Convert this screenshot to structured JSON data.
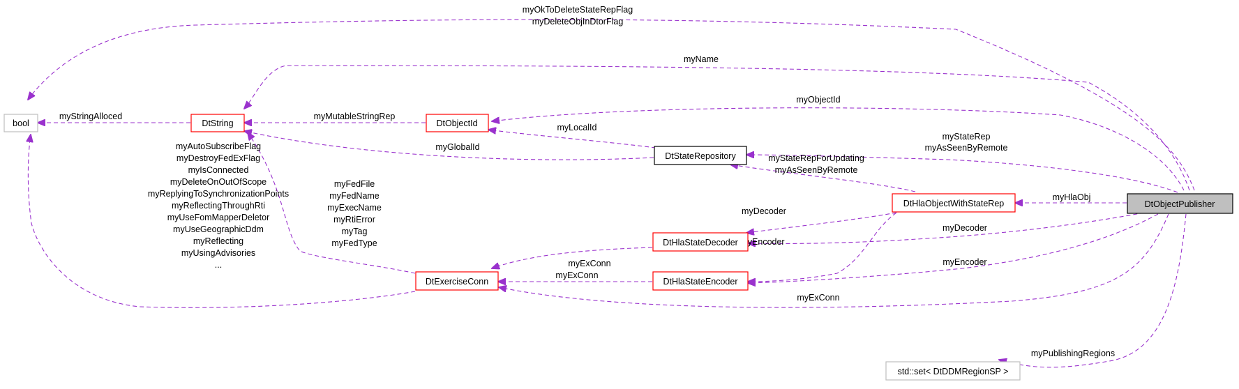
{
  "diagram": {
    "nodes": {
      "bool": "bool",
      "dtstring": "DtString",
      "dtobjectid": "DtObjectId",
      "dtstaterepository": "DtStateRepository",
      "dthlaobjectwithstaterep": "DtHlaObjectWithStateRep",
      "dtobjectpublisher": "DtObjectPublisher",
      "dthlastatedecoder": "DtHlaStateDecoder",
      "dthlastateencoder": "DtHlaStateEncoder",
      "dtexerciseconn": "DtExerciseConn",
      "stdset": "std::set< DtDDMRegionSP >"
    },
    "edge_labels": {
      "publisher_bool": [
        "myOkToDeleteStateRepFlag",
        "myDeleteObjInDtorFlag"
      ],
      "publisher_dtstring": [
        "myName"
      ],
      "publisher_dtobjectid": [
        "myObjectId"
      ],
      "publisher_staterep": [
        "myStateRep",
        "myAsSeenByRemote"
      ],
      "hlaobj_staterep": [
        "myStateRepForUpdating",
        "myAsSeenByRemote"
      ],
      "publisher_hlaobj": [
        "myHlaObj"
      ],
      "hlaobj_decoder": [
        "myDecoder"
      ],
      "publisher_decoder": [
        "myDecoder"
      ],
      "hlaobj_encoder": [
        "myEncoder"
      ],
      "publisher_encoder": [
        "myEncoder"
      ],
      "publisher_exconn": [
        "myExConn"
      ],
      "publisher_set": [
        "myPublishingRegions"
      ],
      "dtstring_bool": [
        "myStringAlloced"
      ],
      "objectid_dtstring": [
        "myMutableStringRep"
      ],
      "staterep_objectid": [
        "myLocalId"
      ],
      "staterep_dtstring": [
        "myGlobalId"
      ],
      "decoder_exconn": [
        "myExConn"
      ],
      "encoder_exconn": [
        "myExConn"
      ],
      "exconn_dtstring": [
        "myFedFile",
        "myFedName",
        "myExecName",
        "myRtiError",
        "myTag",
        "myFedType"
      ],
      "exconn_bool": [
        "myAutoSubscribeFlag",
        "myDestroyFedExFlag",
        "myIsConnected",
        "myDeleteOnOutOfScope",
        "myReplyingToSynchronizationPoints",
        "myReflectingThroughRti",
        "myUseFomMapperDeletor",
        "myUseGeographicDdm",
        "myReflecting",
        "myUsingAdvisories",
        "..."
      ]
    },
    "colors": {
      "edge": "#9a32cd",
      "box_red": "#ff0000",
      "box_black": "#000000",
      "box_gray": "#bfbfbf",
      "highlight_fill": "#bfbfbf"
    }
  }
}
